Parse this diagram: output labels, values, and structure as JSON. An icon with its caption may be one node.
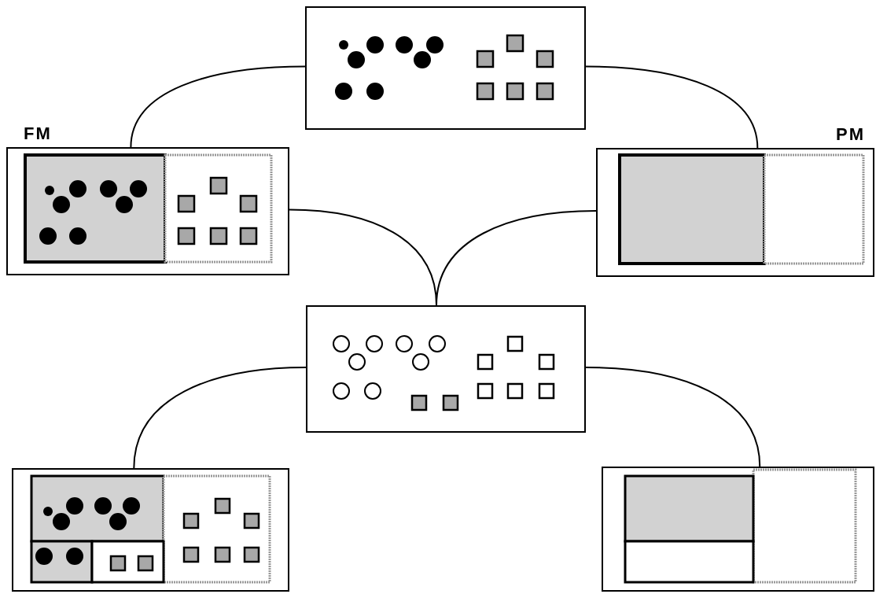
{
  "diagram": {
    "nodes": [
      {
        "text": [],
        "shape": "box"
      },
      {
        "text": [
          "FM"
        ]
      },
      {
        "text": [
          "PM"
        ]
      },
      {
        "text": [],
        "shape": "box"
      },
      {
        "text": [],
        "shape": "box"
      },
      {
        "text": [],
        "shape": "box"
      }
    ],
    "edges": [
      {
        "from": 0,
        "to": 1,
        "arrow": "none"
      },
      {
        "from": 0,
        "to": 2,
        "arrow": "none"
      },
      {
        "from": 1,
        "to": 3,
        "arrow": "none"
      },
      {
        "from": 2,
        "to": 3,
        "arrow": "none"
      },
      {
        "from": 3,
        "to": 4,
        "arrow": "none"
      },
      {
        "from": 3,
        "to": 5,
        "arrow": "none"
      }
    ]
  }
}
